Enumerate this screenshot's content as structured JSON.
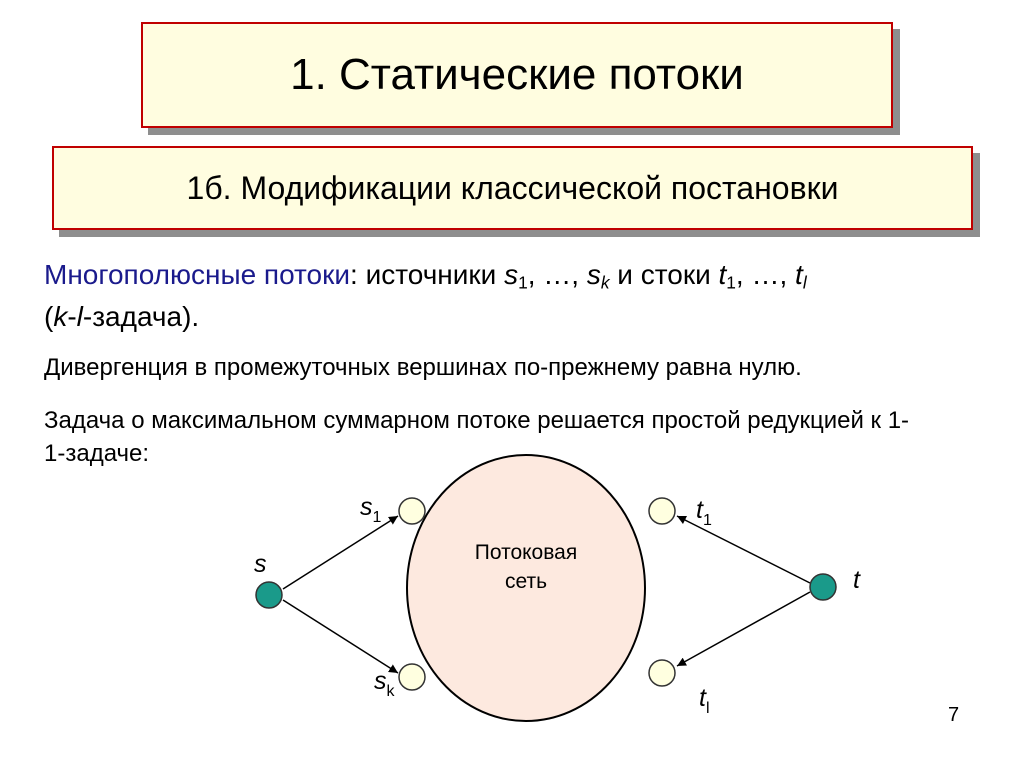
{
  "title": "1. Статические потоки",
  "subtitle": "1б. Модификации классической постановки",
  "paragraph1": {
    "highlight": "Многополюсные потоки",
    "colon": ":",
    "sources_text": " источники ",
    "s": "s",
    "sub_1": "1",
    "sep": ", …, ",
    "sub_k": "k",
    "sinks_text": " и стоки ",
    "t": "t",
    "sub_l": "l",
    "open_paren": "(",
    "k": "k",
    "dash": "-",
    "l": "l",
    "task_suffix": "-задача)."
  },
  "paragraph2": "Дивергенция в промежуточных вершинах по-прежнему равна нулю.",
  "paragraph3": "Задача о максимальном суммарном потоке решается простой редукцией к 1-1-задаче:",
  "diagram": {
    "network_label_line1": "Потоковая",
    "network_label_line2": "сеть",
    "source_label": "s",
    "sink_label": "t",
    "s1_base": "s",
    "s1_sub": "1",
    "sk_base": "s",
    "sk_sub": "k",
    "t1_base": "t",
    "t1_sub": "1",
    "tl_base": "t",
    "tl_sub": "l"
  },
  "colors": {
    "title_fill": "#fffde0",
    "title_border": "#c00000",
    "highlight_text": "#1a1a8c",
    "network_fill": "#fde9df",
    "terminal_fill": "#1a9a8a",
    "pole_fill": "#ffffe0"
  },
  "page_number": "7"
}
